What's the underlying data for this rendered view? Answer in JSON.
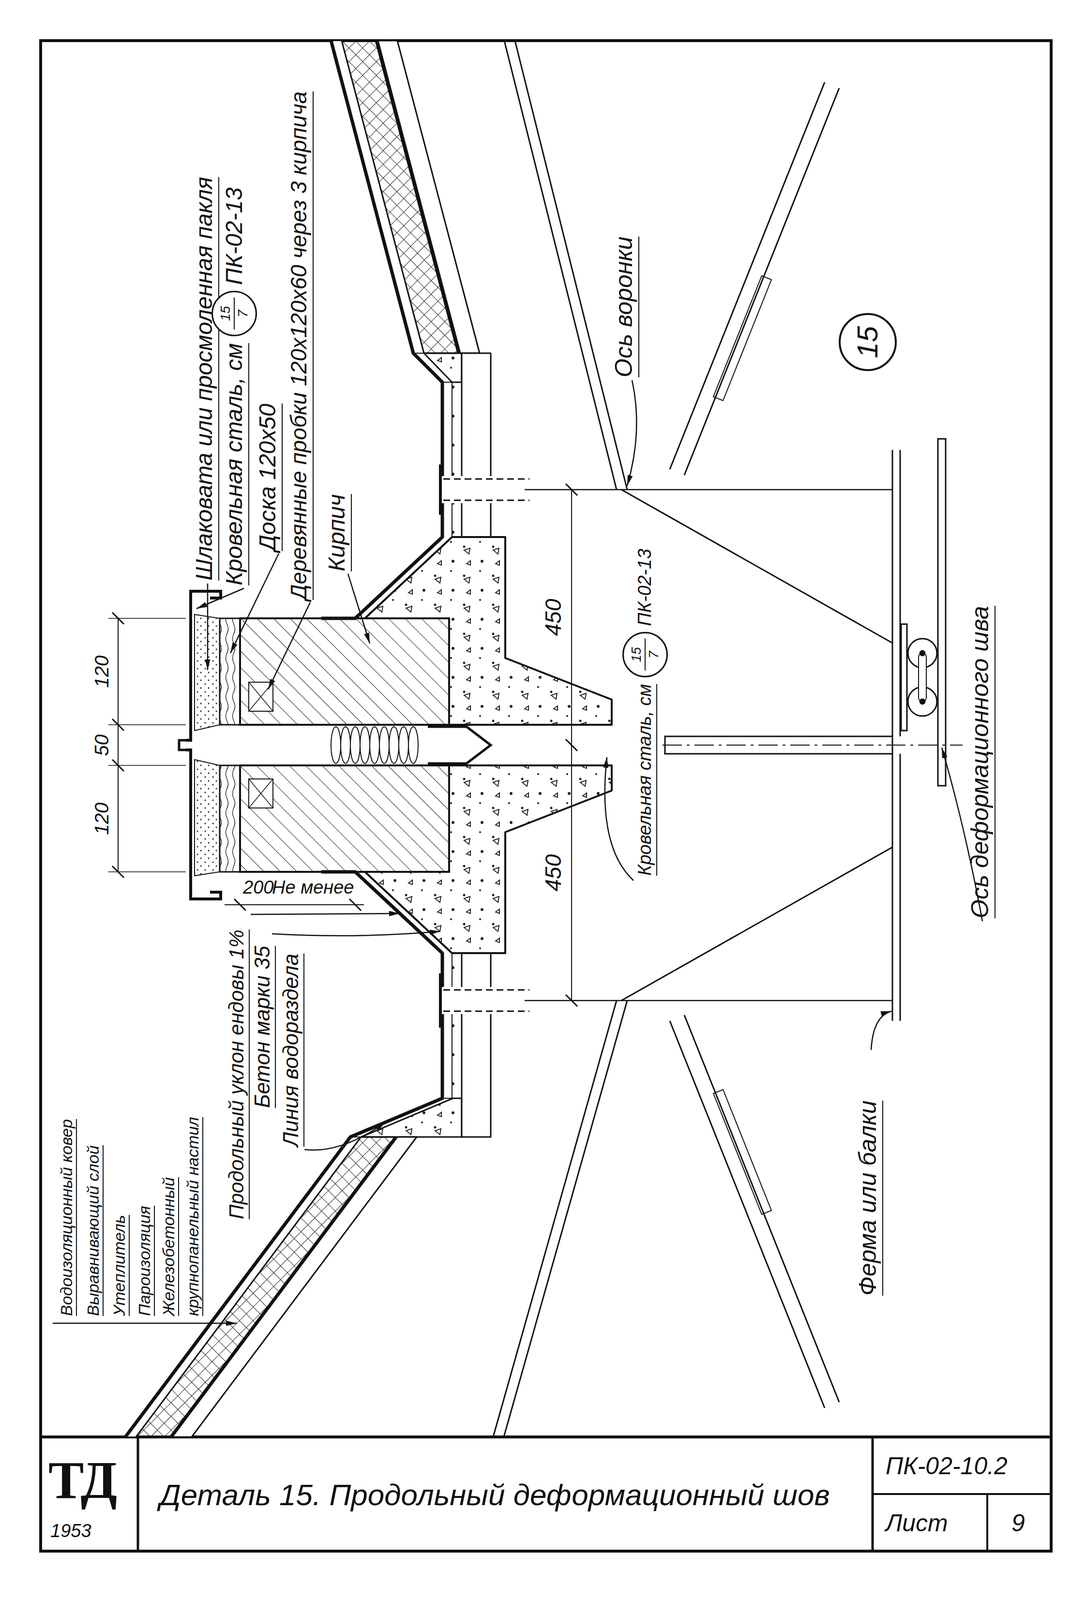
{
  "diagram": {
    "title": "Деталь 15. Продольный деформационный шов",
    "nodes": [
      {
        "text": [
          "15",
          "7"
        ]
      },
      {
        "text": [
          "15",
          "7"
        ]
      },
      {
        "text": [
          "15"
        ]
      }
    ],
    "labels": [
      "Водоизоляционный ковер",
      "Выравнивающий слой",
      "Утеплитель",
      "Пароизоляция",
      "Железобетонный",
      "крупнопанельный настил",
      "Продольный уклон ендовы 1%",
      "Бетон марки 35",
      "Линия водораздела",
      "Шлаковата или просмоленная пакля",
      "Кровельная сталь, см",
      "ПК-02-13",
      "Доска 120х50",
      "Деревянные пробки 120х120х60 через 3 кирпича",
      "Кирпич",
      "120",
      "50",
      "120",
      "Не менее",
      "200",
      "450",
      "450",
      "Кровельная сталь, см",
      "ПК-02-13",
      "Ось воронки",
      "Ось деформационного шва",
      "Ферма или балки",
      "ТД",
      "1953",
      "ПК-02-10.2",
      "Лист",
      "9"
    ]
  }
}
